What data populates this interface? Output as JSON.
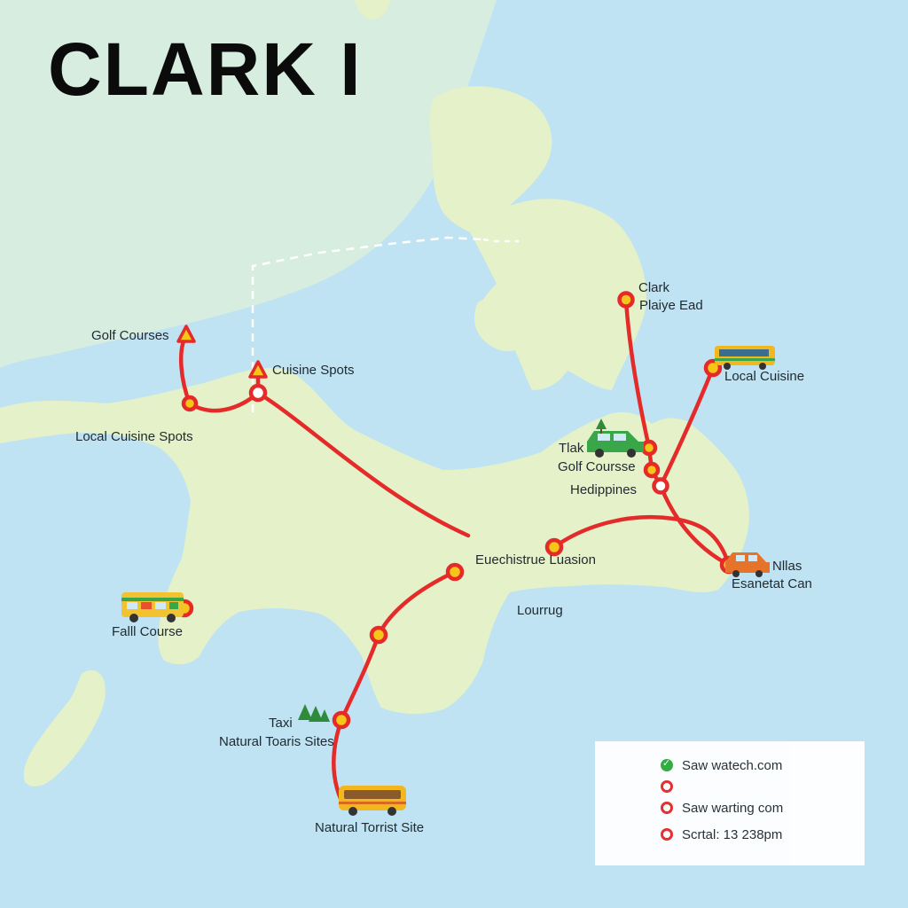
{
  "title": "CLARK I",
  "colors": {
    "sea": "#bfe3f3",
    "land": "#e4f1c9",
    "route": "#e52a2a",
    "dashed_border": "#ffffff"
  },
  "labels": {
    "golf_courses": "Golf Courses",
    "cuisine_spots": "Cuisine Spots",
    "local_cuisine_spots": "Local Cuisine Spots",
    "clark": "Clark",
    "playe_ead": "Plaiye Ead",
    "local_cuisine": "Local Cuisine",
    "tlak": "Tlak",
    "golf_course": "Golf Coursse",
    "hedippines": "Hedippines",
    "nllas": "Nllas",
    "esanetat_can": "Esanetat Can",
    "euechistrue": "Euechistrue Luasion",
    "lourrug": "Lourrug",
    "fall_course": "Falll Course",
    "taxi": "Taxi",
    "natural_toaris": "Natural Toaris Sites",
    "natural_torrist": "Natural Torrist Site"
  },
  "legend": {
    "items": [
      {
        "icon": "check-icon",
        "color": "#2eaa3c",
        "text": "Saw watech.com"
      },
      {
        "icon": "route-stop-icon",
        "color": "#e52a2a",
        "text": ""
      },
      {
        "icon": "route-stop-icon",
        "color": "#e52a2a",
        "text": "Saw warting com"
      },
      {
        "icon": "route-stop-icon",
        "color": "#e52a2a",
        "text": "Scrtal: 13 238pm"
      }
    ]
  },
  "vehicles": [
    {
      "name": "jeepney-icon",
      "color": "#f2c230"
    },
    {
      "name": "bus-icon",
      "color": "#f2b61f"
    },
    {
      "name": "van-icon",
      "color": "#f0b81e"
    },
    {
      "name": "car-icon",
      "color": "#3aa64a"
    },
    {
      "name": "car-icon",
      "color": "#e6732a"
    }
  ]
}
